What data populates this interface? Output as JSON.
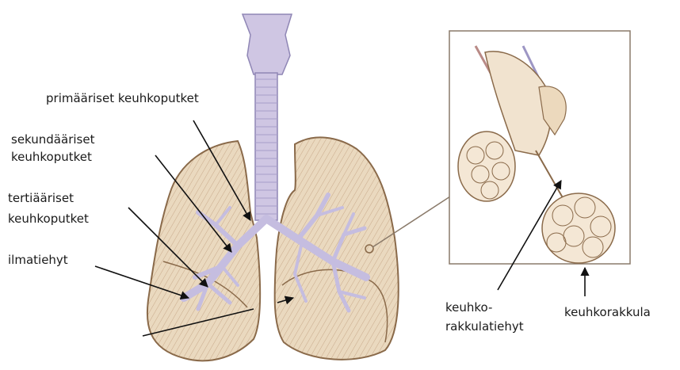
{
  "labels": {
    "primary_bronchi": "primääriset keuhkoputket",
    "secondary_bronchi_line1": "sekundääriset",
    "secondary_bronchi_line2": "keuhkoputket",
    "tertiary_bronchi_line1": "tertiääriset",
    "tertiary_bronchi_line2": "keuhkoputket",
    "bronchioles": "ilmatiehyt",
    "alveolar_duct_line1": "keuhko-",
    "alveolar_duct_line2": "rakkulatiehyt",
    "alveolus": "keuhkorakkula"
  },
  "colors": {
    "lung_fill": "#e8d9c2",
    "lung_stroke": "#8a6a4a",
    "airway": "#c9c3df",
    "airway_stroke": "#9b92c2",
    "leader_line": "#111111",
    "inset_frame": "#8a7a6a"
  }
}
